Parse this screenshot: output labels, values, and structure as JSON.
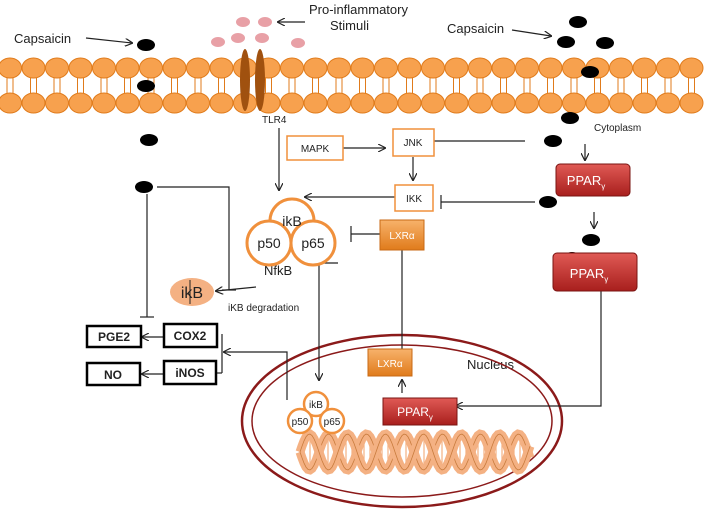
{
  "labels": {
    "capsaicin_left": "Capsaicin",
    "capsaicin_right": "Capsaicin",
    "stimuli_line1": "Pro-inflammatory",
    "stimuli_line2": "Stimuli",
    "tlr4": "TLR4",
    "cytoplasm": "Cytoplasm",
    "nucleus": "Nucleus",
    "ikb_degradation": "iKB degradation",
    "nfkb": "NfkB"
  },
  "nodes": {
    "mapk": "MAPK",
    "jnk": "JNK",
    "ikk": "IKK",
    "lxr_cyto": "LXRα",
    "lxr_nuc": "LXRα",
    "ppar_base": "PPAR",
    "ppar_sub": "γ",
    "ikb": "ikB",
    "p50": "p50",
    "p65": "p65",
    "ikb_free": "ikB",
    "pge2": "PGE2",
    "cox2": "COX2",
    "no": "NO",
    "inos": "iNOS"
  },
  "colors": {
    "membrane": "#f7a14e",
    "membrane_stroke": "#e07b1b",
    "tlr4": "#a0510f",
    "stimuli": "#e8a0a6",
    "orange_box": "#f0903c",
    "ppar_fill": "#c8302e",
    "helix": "#f4b183",
    "nucleus_ring": "#8b1a1a"
  }
}
